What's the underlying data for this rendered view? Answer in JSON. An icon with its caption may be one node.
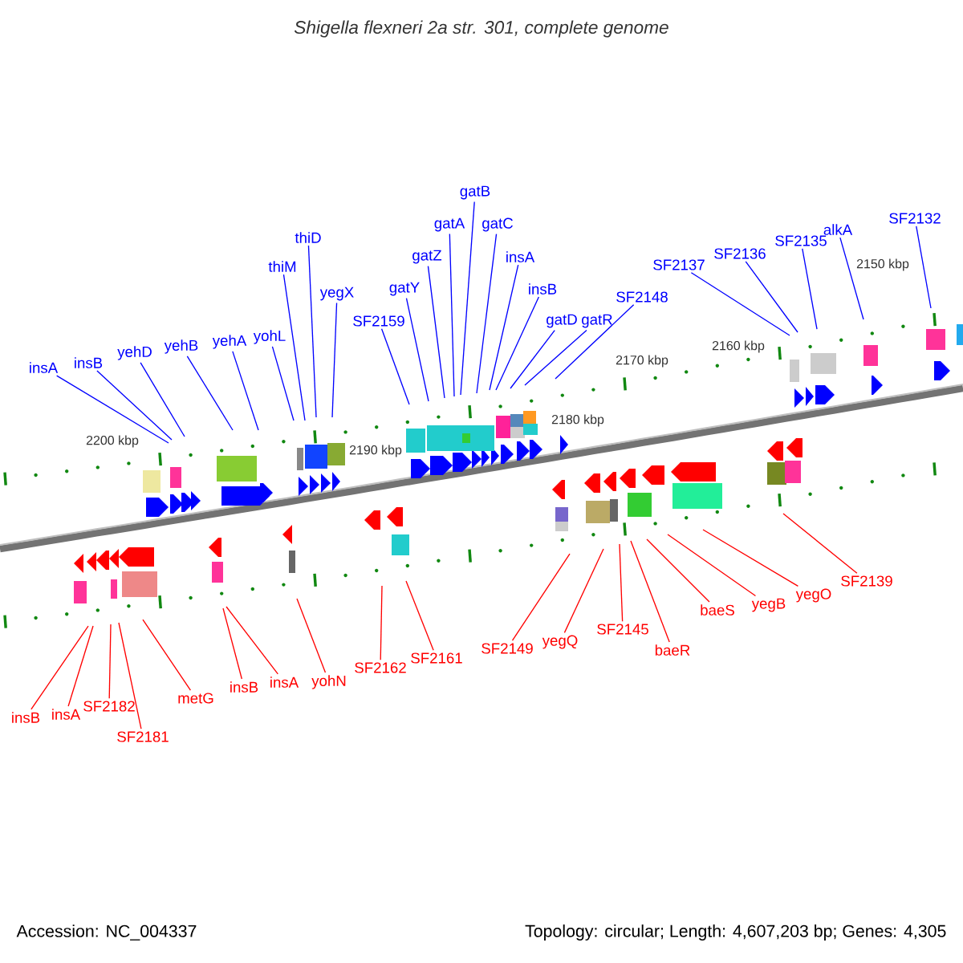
{
  "diagram": {
    "title": "Shigella flexneri 2a str. 301, complete genome",
    "nodes": [
      {
        "text": [
          "insA"
        ]
      },
      {
        "text": [
          "insB"
        ]
      },
      {
        "text": [
          "yehD"
        ]
      },
      {
        "text": [
          "yehB"
        ]
      },
      {
        "text": [
          "yehA"
        ]
      },
      {
        "text": [
          "yohL"
        ]
      },
      {
        "text": [
          "thiM"
        ]
      },
      {
        "text": [
          "thiD"
        ]
      },
      {
        "text": [
          "yegX"
        ]
      },
      {
        "text": [
          "SF2159"
        ]
      },
      {
        "text": [
          "gatY"
        ]
      },
      {
        "text": [
          "gatZ"
        ]
      },
      {
        "text": [
          "gatA"
        ]
      },
      {
        "text": [
          "gatB"
        ]
      },
      {
        "text": [
          "gatC"
        ]
      },
      {
        "text": [
          "insA"
        ]
      },
      {
        "text": [
          "insB"
        ]
      },
      {
        "text": [
          "gatD"
        ]
      },
      {
        "text": [
          "gatR"
        ]
      },
      {
        "text": [
          "SF2148"
        ]
      },
      {
        "text": [
          "SF2137"
        ]
      },
      {
        "text": [
          "SF2136"
        ]
      },
      {
        "text": [
          "SF2135"
        ]
      },
      {
        "text": [
          "alkA"
        ]
      },
      {
        "text": [
          "SF2132"
        ]
      },
      {
        "text": [
          "insB"
        ]
      },
      {
        "text": [
          "insA"
        ]
      },
      {
        "text": [
          "SF2182"
        ]
      },
      {
        "text": [
          "SF2181"
        ]
      },
      {
        "text": [
          "metG"
        ]
      },
      {
        "text": [
          "insB"
        ]
      },
      {
        "text": [
          "insA"
        ]
      },
      {
        "text": [
          "yohN"
        ]
      },
      {
        "text": [
          "SF2162"
        ]
      },
      {
        "text": [
          "SF2161"
        ]
      },
      {
        "text": [
          "SF2149"
        ]
      },
      {
        "text": [
          "yegQ"
        ]
      },
      {
        "text": [
          "SF2145"
        ]
      },
      {
        "text": [
          "baeR"
        ]
      },
      {
        "text": [
          "baeS"
        ]
      },
      {
        "text": [
          "yegB"
        ]
      },
      {
        "text": [
          "yegO"
        ]
      },
      {
        "text": [
          "SF2139"
        ]
      }
    ],
    "edges": [
      {
        "from": 0,
        "to": null,
        "arrow": "none"
      },
      {
        "from": 1,
        "to": null,
        "arrow": "none"
      },
      {
        "from": 2,
        "to": null,
        "arrow": "none"
      },
      {
        "from": 3,
        "to": null,
        "arrow": "none"
      },
      {
        "from": 4,
        "to": null,
        "arrow": "none"
      },
      {
        "from": 5,
        "to": null,
        "arrow": "none"
      },
      {
        "from": 6,
        "to": null,
        "arrow": "none"
      },
      {
        "from": 7,
        "to": null,
        "arrow": "none"
      },
      {
        "from": 8,
        "to": null,
        "arrow": "none"
      },
      {
        "from": 9,
        "to": null,
        "arrow": "none"
      },
      {
        "from": 10,
        "to": null,
        "arrow": "none"
      },
      {
        "from": 11,
        "to": null,
        "arrow": "none"
      },
      {
        "from": 12,
        "to": null,
        "arrow": "none"
      },
      {
        "from": 13,
        "to": null,
        "arrow": "none"
      },
      {
        "from": 14,
        "to": null,
        "arrow": "none"
      },
      {
        "from": 15,
        "to": null,
        "arrow": "none"
      },
      {
        "from": 16,
        "to": null,
        "arrow": "none"
      },
      {
        "from": 17,
        "to": null,
        "arrow": "none"
      },
      {
        "from": 18,
        "to": null,
        "arrow": "none"
      },
      {
        "from": 19,
        "to": null,
        "arrow": "none"
      },
      {
        "from": 20,
        "to": null,
        "arrow": "none"
      },
      {
        "from": 21,
        "to": null,
        "arrow": "none"
      },
      {
        "from": 22,
        "to": null,
        "arrow": "none"
      },
      {
        "from": 23,
        "to": null,
        "arrow": "none"
      },
      {
        "from": 24,
        "to": null,
        "arrow": "none"
      },
      {
        "from": 25,
        "to": null,
        "arrow": "none",
        "color": "#ff0000"
      },
      {
        "from": 26,
        "to": null,
        "arrow": "none",
        "color": "#ff0000"
      },
      {
        "from": 27,
        "to": null,
        "arrow": "none",
        "color": "#ff0000"
      },
      {
        "from": 28,
        "to": null,
        "arrow": "none",
        "color": "#ff0000"
      },
      {
        "from": 29,
        "to": null,
        "arrow": "none",
        "color": "#ff0000"
      },
      {
        "from": 30,
        "to": null,
        "arrow": "none",
        "color": "#ff0000"
      },
      {
        "from": 31,
        "to": null,
        "arrow": "none",
        "color": "#ff0000"
      },
      {
        "from": 32,
        "to": null,
        "arrow": "none",
        "color": "#ff0000"
      },
      {
        "from": 33,
        "to": null,
        "arrow": "none",
        "color": "#ff0000"
      },
      {
        "from": 34,
        "to": null,
        "arrow": "none",
        "color": "#ff0000"
      },
      {
        "from": 35,
        "to": null,
        "arrow": "none",
        "color": "#ff0000"
      },
      {
        "from": 36,
        "to": null,
        "arrow": "none",
        "color": "#ff0000"
      },
      {
        "from": 37,
        "to": null,
        "arrow": "none",
        "color": "#ff0000"
      },
      {
        "from": 38,
        "to": null,
        "arrow": "none",
        "color": "#ff0000"
      },
      {
        "from": 39,
        "to": null,
        "arrow": "none",
        "color": "#ff0000"
      },
      {
        "from": 40,
        "to": null,
        "arrow": "none",
        "color": "#ff0000"
      },
      {
        "from": 41,
        "to": null,
        "arrow": "none",
        "color": "#ff0000"
      },
      {
        "from": 42,
        "to": null,
        "arrow": "none",
        "color": "#ff0000"
      }
    ],
    "labels": [
      "2200 kbp",
      "2190 kbp",
      "2180 kbp",
      "2170 kbp",
      "2160 kbp",
      "2150 kbp",
      "Accession: NC_004337",
      "Topology: circular; Length: 4,607,203 bp; Genes: 4,305"
    ]
  }
}
